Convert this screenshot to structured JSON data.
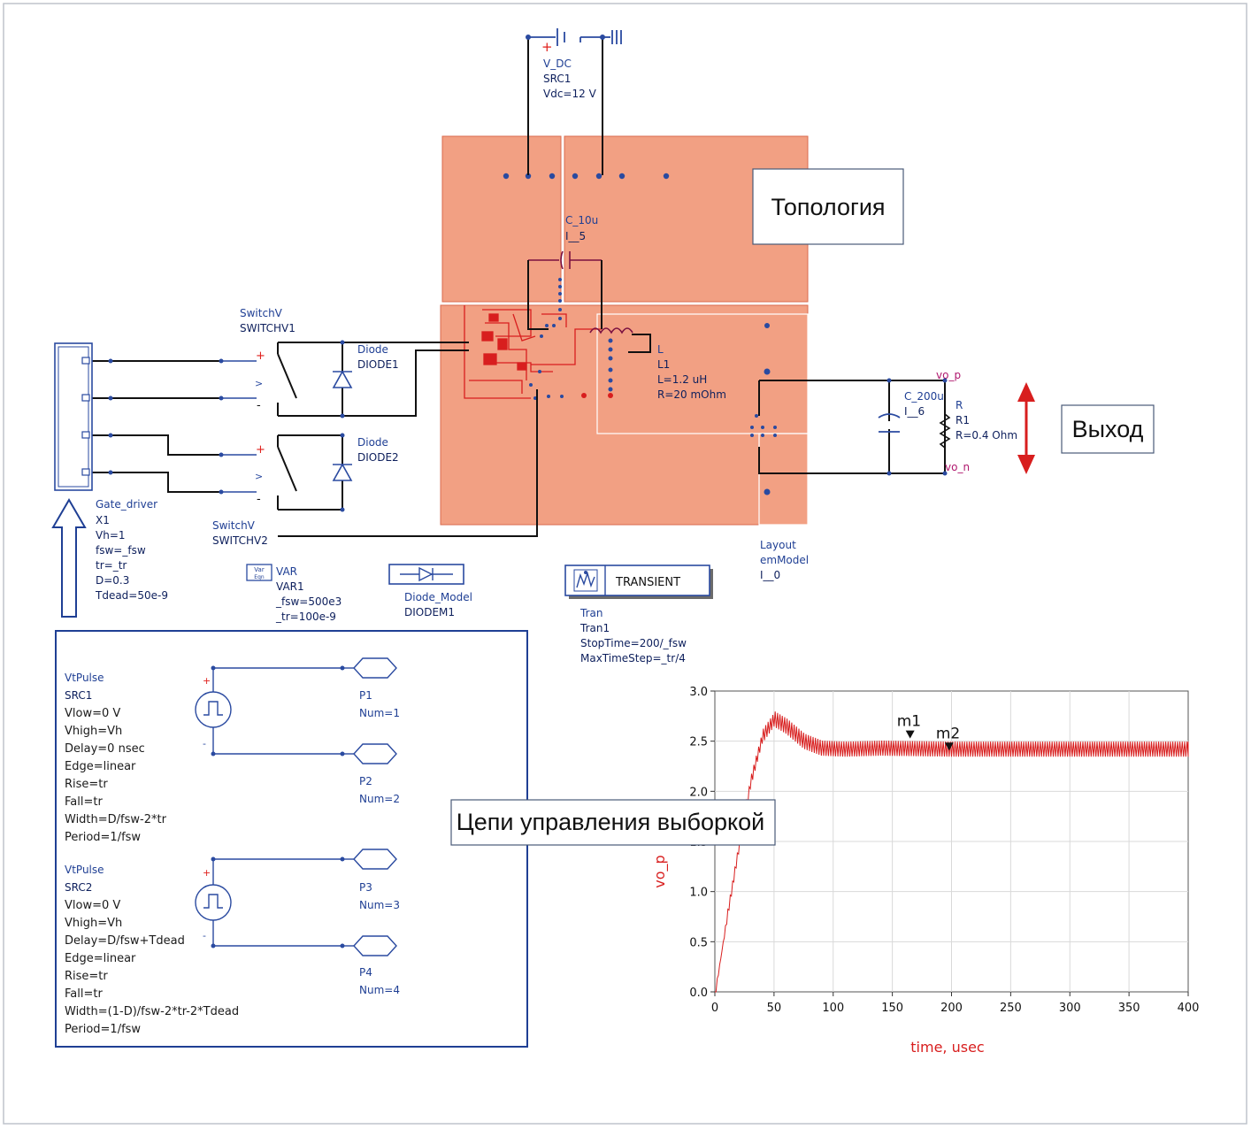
{
  "power_source": {
    "name": "V_DC",
    "id": "SRC1",
    "param": "Vdc=12 V"
  },
  "capacitor_10u": {
    "name": "C_10u",
    "id": "I__5"
  },
  "callouts": {
    "topology": "Топология",
    "output": "Выход",
    "control": "Цепи управления выборкой"
  },
  "switch1": {
    "type": "SwitchV",
    "id": "SWITCHV1"
  },
  "switch2": {
    "type": "SwitchV",
    "id": "SWITCHV2"
  },
  "diode1": {
    "type": "Diode",
    "id": "DIODE1"
  },
  "diode2": {
    "type": "Diode",
    "id": "DIODE2"
  },
  "inductor": {
    "name": "L",
    "id": "L1",
    "value": "L=1.2 uH",
    "resistance": "R=20 mOhm"
  },
  "output_nets": {
    "positive": "vo_p",
    "negative": "vo_n"
  },
  "capacitor_200u": {
    "name": "C_200u",
    "id": "I__6"
  },
  "resistor": {
    "name": "R",
    "id": "R1",
    "value": "R=0.4 Ohm"
  },
  "gate_driver": {
    "name": "Gate_driver",
    "id": "X1",
    "params": [
      "Vh=1",
      "fsw=_fsw",
      "tr=_tr",
      "D=0.3",
      "Tdead=50e-9"
    ]
  },
  "var_block": {
    "icon_top": "Var",
    "icon_bottom": "Eqn",
    "name": "VAR",
    "id": "VAR1",
    "params": [
      "_fsw=500e3",
      "_tr=100e-9"
    ]
  },
  "diode_model": {
    "name": "Diode_Model",
    "id": "DIODEM1"
  },
  "transient": {
    "label": "TRANSIENT",
    "name": "Tran",
    "id": "Tran1",
    "params": [
      "StopTime=200/_fsw",
      "MaxTimeStep=_tr/4"
    ]
  },
  "layout_model": {
    "name": "Layout",
    "id": "emModel",
    "inst": "I__0"
  },
  "vtpulse1": {
    "name": "VtPulse",
    "id": "SRC1",
    "params": [
      "Vlow=0 V",
      "Vhigh=Vh",
      "Delay=0 nsec",
      "Edge=linear",
      "Rise=tr",
      "Fall=tr",
      "Width=D/fsw-2*tr",
      "Period=1/fsw"
    ]
  },
  "vtpulse2": {
    "name": "VtPulse",
    "id": "SRC2",
    "params": [
      "Vlow=0 V",
      "Vhigh=Vh",
      "Delay=D/fsw+Tdead",
      "Edge=linear",
      "Rise=tr",
      "Fall=tr",
      "Width=(1-D)/fsw-2*tr-2*Tdead",
      "Period=1/fsw"
    ]
  },
  "ports": [
    {
      "name": "P1",
      "num": "Num=1"
    },
    {
      "name": "P2",
      "num": "Num=2"
    },
    {
      "name": "P3",
      "num": "Num=3"
    },
    {
      "name": "P4",
      "num": "Num=4"
    }
  ],
  "colors": {
    "schematic_blue": "#2a4aa0",
    "pcb_fill": "#f2a083",
    "trace_red": "#d81e1e"
  },
  "chart_data": {
    "type": "line",
    "title": "",
    "xlabel": "time, usec",
    "ylabel": "vo_p",
    "xlim": [
      0,
      400
    ],
    "ylim": [
      0,
      3.0
    ],
    "xticks": [
      "0",
      "50",
      "100",
      "150",
      "200",
      "250",
      "300",
      "350",
      "400"
    ],
    "yticks": [
      "0.0",
      "0.5",
      "1.0",
      "1.5",
      "2.0",
      "2.5",
      "3.0"
    ],
    "grid": true,
    "series": [
      {
        "name": "vo_p",
        "color": "#d81e1e",
        "envelope": {
          "t": [
            0,
            10,
            20,
            30,
            40,
            50,
            60,
            75,
            90,
            110,
            140,
            200,
            300,
            400
          ],
          "v": [
            0.0,
            0.75,
            1.45,
            2.1,
            2.55,
            2.72,
            2.65,
            2.5,
            2.43,
            2.42,
            2.43,
            2.42,
            2.42,
            2.42
          ]
        },
        "ripple_pp": 0.15
      }
    ],
    "markers": [
      {
        "name": "m1",
        "t": 165,
        "v": 2.5
      },
      {
        "name": "m2",
        "t": 198,
        "v": 2.38
      }
    ]
  }
}
